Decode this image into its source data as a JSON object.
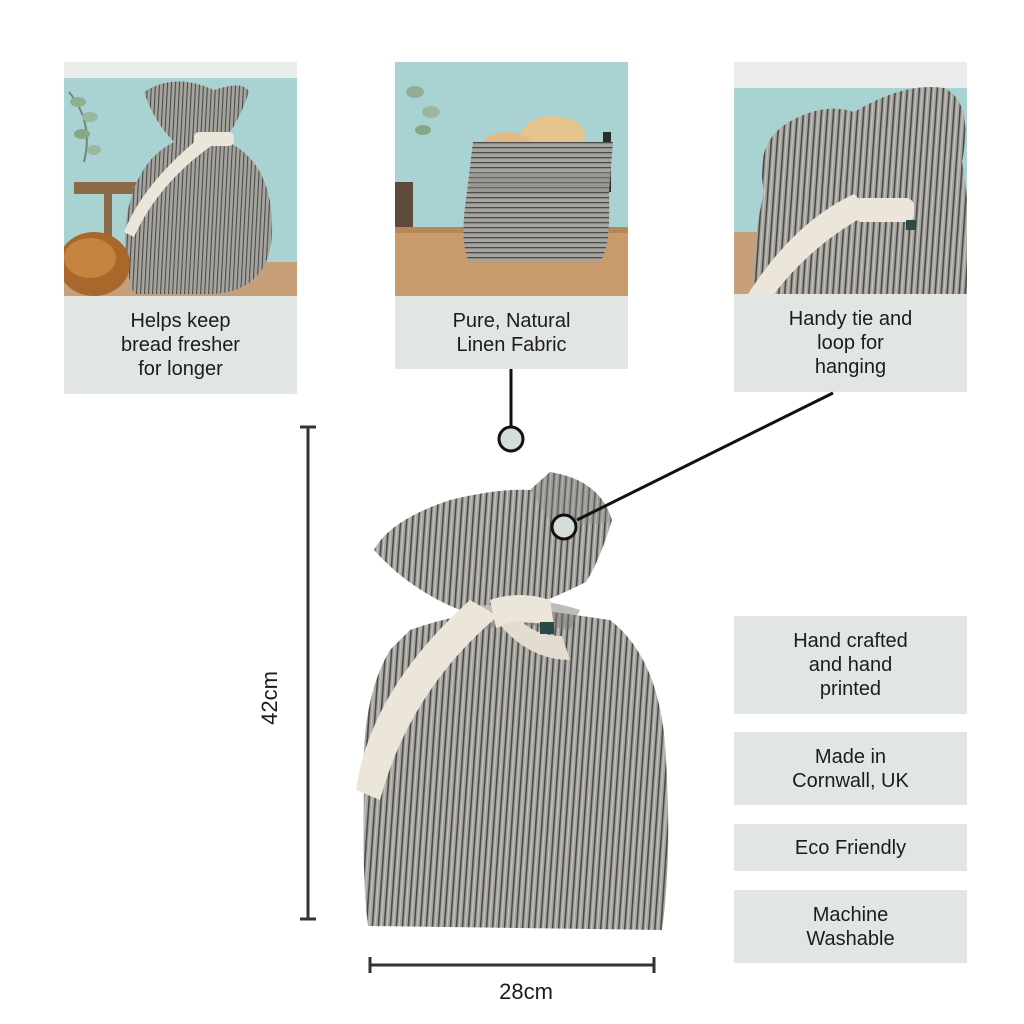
{
  "cards": [
    {
      "caption": "Helps keep\nbread fresher\nfor longer"
    },
    {
      "caption": "Pure, Natural\nLinen Fabric"
    },
    {
      "caption": "Handy tie and\nloop for\nhanging"
    }
  ],
  "features": [
    {
      "label": "Hand crafted\nand hand\nprinted"
    },
    {
      "label": "Made in\nCornwall, UK"
    },
    {
      "label": "Eco Friendly"
    },
    {
      "label": "Machine\nWashable"
    }
  ],
  "dimensions": {
    "height": "42cm",
    "width": "28cm"
  },
  "colors": {
    "caption_bg": "#e2e6e2",
    "linen": "#9a9994",
    "linen_stripe": "#4a4a48",
    "tie": "#ece6da",
    "wall": "#a9d3d3",
    "wood": "#c99a6c"
  },
  "icons": [
    "callout-dot-icon",
    "bread-loaf-icon",
    "eucalyptus-icon"
  ]
}
